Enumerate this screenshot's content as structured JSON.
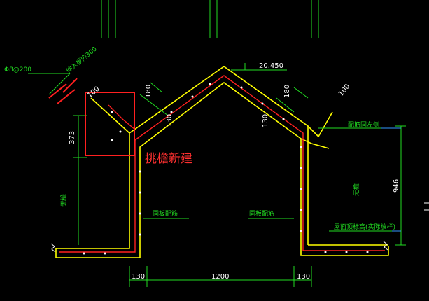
{
  "labels": {
    "rebar_spec": "Φ8@200",
    "extend_note": "伸入板内300",
    "elevation": "20.450",
    "dim_top_left_100": "100",
    "dim_180_left": "180",
    "dim_130_left": "130",
    "dim_130_right": "130",
    "dim_180_right": "180",
    "dim_100_right": "100",
    "dim_373": "373",
    "dim_946": "946",
    "eave_new": "挑檐新建",
    "same_ratio_left": "同板配筋",
    "same_ratio_right": "同板配筋",
    "ratio_same_side": "配筋同左侧",
    "roof_note": "屋面顶标高(实际放样)",
    "bottom_130_left": "130",
    "bottom_1200": "1200",
    "bottom_130_right": "130",
    "vertical_left": "无檐",
    "vertical_right": "无檐"
  },
  "colors": {
    "background": "#000000",
    "concrete": "#ffff00",
    "rebar": "#ff2020",
    "dimension": "#22dd22",
    "text": "#ffffff",
    "highlight": "#ff2020",
    "leader": "#3399ff"
  }
}
